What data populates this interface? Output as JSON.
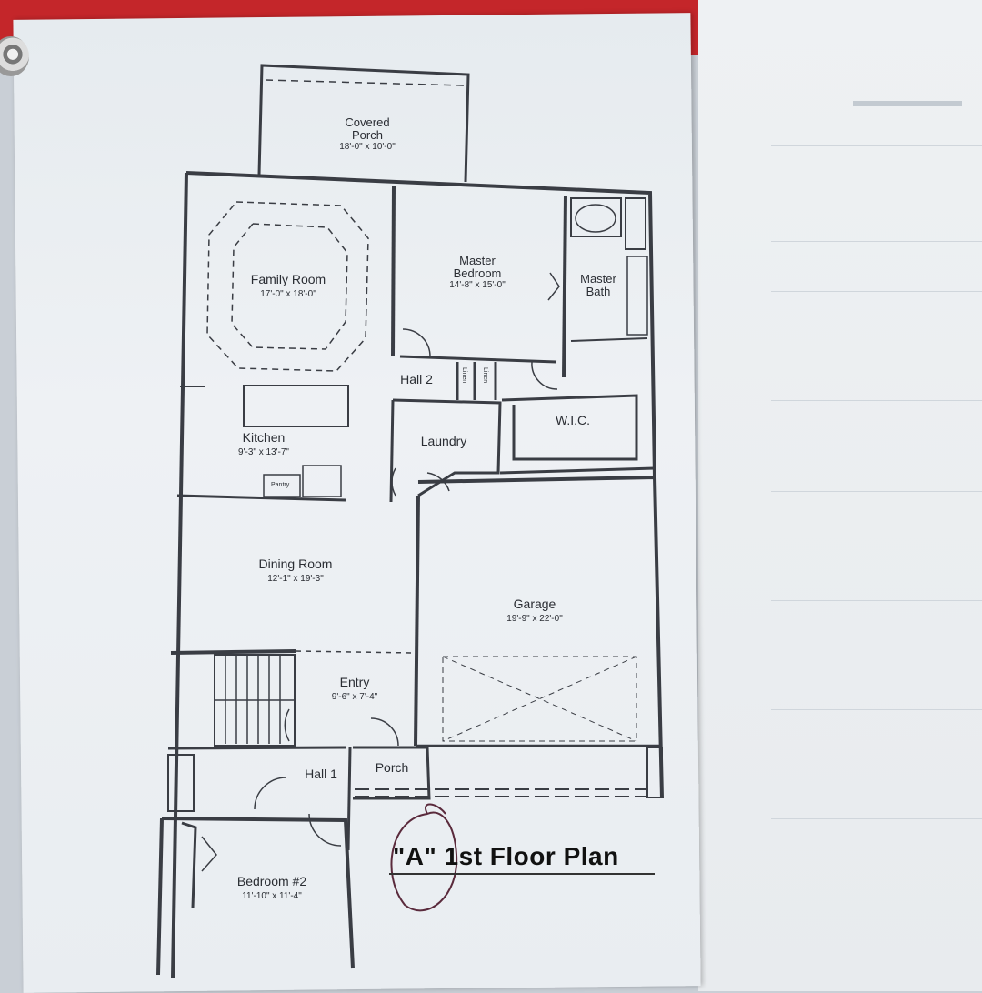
{
  "plan": {
    "title": "\"A\" 1st Floor Plan",
    "rooms": {
      "covered_porch": {
        "name": "Covered Porch",
        "dim": "18'-0\" x 10'-0\""
      },
      "family_room": {
        "name": "Family Room",
        "dim": "17'-0\" x 18'-0\""
      },
      "master_bedroom": {
        "name": "Master Bedroom",
        "dim": "14'-8\" x 15'-0\""
      },
      "master_bath": {
        "name": "Master Bath"
      },
      "hall2": {
        "name": "Hall 2"
      },
      "linen_a": {
        "name": "Linen"
      },
      "linen_b": {
        "name": "Linen"
      },
      "wic": {
        "name": "W.I.C."
      },
      "kitchen": {
        "name": "Kitchen",
        "dim": "9'-3\" x 13'-7\""
      },
      "pantry": {
        "name": "Pantry"
      },
      "laundry": {
        "name": "Laundry"
      },
      "dining_room": {
        "name": "Dining Room",
        "dim": "12'-1\" x 19'-3\""
      },
      "garage": {
        "name": "Garage",
        "dim": "19'-9\" x 22'-0\""
      },
      "entry": {
        "name": "Entry",
        "dim": "9'-6\" x 7'-4\""
      },
      "hall1": {
        "name": "Hall 1"
      },
      "porch": {
        "name": "Porch"
      },
      "bedroom2": {
        "name": "Bedroom #2",
        "dim": "11'-10\" x 11'-4\""
      }
    }
  },
  "colors": {
    "wall": "#3a3d44",
    "paper": "#eef1f4",
    "folder": "#c4262a",
    "ink_circle": "#5a2a3c"
  }
}
